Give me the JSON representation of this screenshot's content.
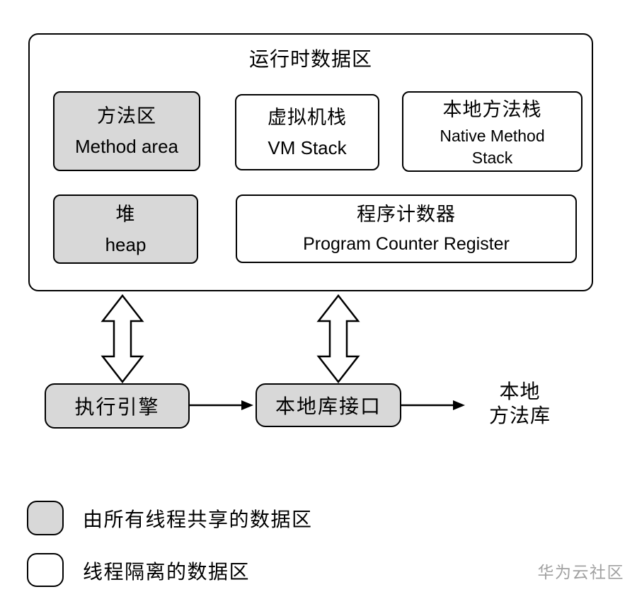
{
  "colors": {
    "shared_area_fill": "#d8d8d8",
    "isolated_area_fill": "#ffffff",
    "outline": "#000000",
    "watermark_text": "#a1a1a1"
  },
  "runtime_area": {
    "title": "运行时数据区",
    "boxes": {
      "method_area": {
        "zh": "方法区",
        "en": "Method area",
        "sharing": "shared"
      },
      "vm_stack": {
        "zh": "虚拟机栈",
        "en": "VM Stack",
        "sharing": "isolated"
      },
      "native_method_stack": {
        "zh": "本地方法栈",
        "en_line1": "Native Method",
        "en_line2": "Stack",
        "sharing": "isolated"
      },
      "heap": {
        "zh": "堆",
        "en": "heap",
        "sharing": "shared"
      },
      "program_counter": {
        "zh": "程序计数器",
        "en": "Program Counter Register",
        "sharing": "isolated"
      }
    }
  },
  "flow": {
    "execution_engine": "执行引擎",
    "native_interface": "本地库接口",
    "native_library": {
      "line1": "本地",
      "line2": "方法库"
    }
  },
  "legend": {
    "shared_label": "由所有线程共享的数据区",
    "isolated_label": "线程隔离的数据区"
  },
  "watermark": "华为云社区"
}
